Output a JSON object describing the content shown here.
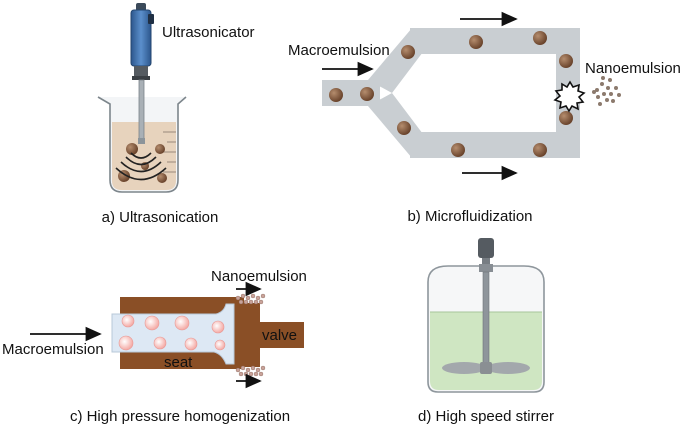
{
  "panels": {
    "a": {
      "caption": "a) Ultrasonication",
      "device_label": "Ultrasonicator"
    },
    "b": {
      "caption": "b) Microfluidization",
      "inlet_label": "Macroemulsion",
      "outlet_label": "Nanoemulsion"
    },
    "c": {
      "caption": "c) High pressure homogenization",
      "outlet_label": "Nanoemulsion",
      "inlet_label": "Macroemulsion",
      "valve_label": "valve",
      "seat_label": "seat"
    },
    "d": {
      "caption": "d) High speed stirrer"
    }
  },
  "colors": {
    "droplet": "#7a5238",
    "channel": "#c9ced2",
    "sonicator": "#3f6fa8",
    "emulsion": "#e7d3bd",
    "homogenizer_body": "#8a4f26",
    "seat_channel": "#dde8f4",
    "stirrer_liquid": "#cfe6c2",
    "impeller": "#9a9a9a"
  }
}
